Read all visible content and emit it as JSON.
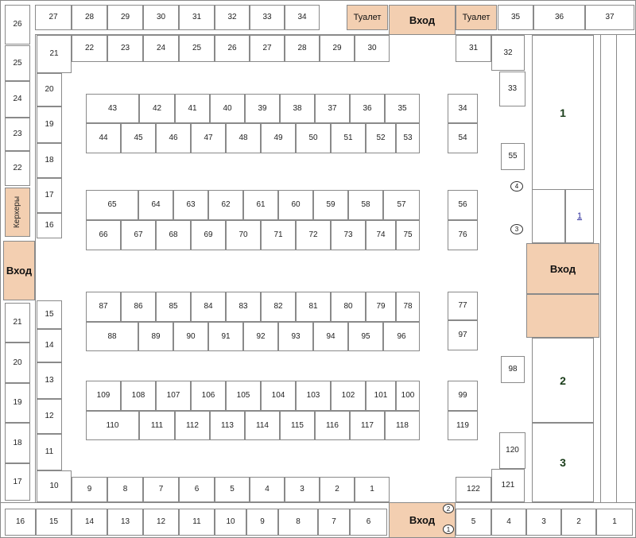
{
  "labels": {
    "entrance": "Вход",
    "toilet": "Туалет",
    "kiosk": "Керхеры"
  },
  "corridor_markers": [
    "4",
    "3",
    "2",
    "1"
  ],
  "outer_top": [
    "27",
    "28",
    "29",
    "30",
    "31",
    "32",
    "33",
    "34",
    "35",
    "36",
    "37"
  ],
  "outer_left": [
    "26",
    "25",
    "24",
    "23",
    "22",
    "21",
    "20",
    "19",
    "18",
    "17"
  ],
  "outer_bottom": [
    "16",
    "15",
    "14",
    "13",
    "12",
    "11",
    "10",
    "9",
    "8",
    "7",
    "6",
    "5",
    "4",
    "3",
    "2",
    "1"
  ],
  "inner_top": [
    "21",
    "22",
    "23",
    "24",
    "25",
    "26",
    "27",
    "28",
    "29",
    "30",
    "31",
    "32",
    "33"
  ],
  "inner_left": [
    "20",
    "19",
    "18",
    "17",
    "16",
    "15",
    "14",
    "13",
    "12",
    "11",
    "10"
  ],
  "inner_bottom": [
    "9",
    "8",
    "7",
    "6",
    "5",
    "4",
    "3",
    "2",
    "1",
    "122",
    "121",
    "120"
  ],
  "inner_right": [
    "55",
    "98"
  ],
  "hall_right": [
    "1",
    "1",
    "2",
    "3"
  ],
  "block1_top": [
    "43",
    "42",
    "41",
    "40",
    "39",
    "38",
    "37",
    "36",
    "35",
    "34"
  ],
  "block1_bottom": [
    "44",
    "45",
    "46",
    "47",
    "48",
    "49",
    "50",
    "51",
    "52",
    "53",
    "54"
  ],
  "block2_top": [
    "65",
    "64",
    "63",
    "62",
    "61",
    "60",
    "59",
    "58",
    "57",
    "56"
  ],
  "block2_bottom": [
    "66",
    "67",
    "68",
    "69",
    "70",
    "71",
    "72",
    "73",
    "74",
    "75",
    "76"
  ],
  "block3_top": [
    "87",
    "86",
    "85",
    "84",
    "83",
    "82",
    "81",
    "80",
    "79",
    "78",
    "77"
  ],
  "block3_bottom": [
    "88",
    "89",
    "90",
    "91",
    "92",
    "93",
    "94",
    "95",
    "96",
    "97"
  ],
  "block4_top": [
    "109",
    "108",
    "107",
    "106",
    "105",
    "104",
    "103",
    "102",
    "101",
    "100",
    "99"
  ],
  "block4_bottom": [
    "110",
    "111",
    "112",
    "113",
    "114",
    "115",
    "116",
    "117",
    "118",
    "119"
  ]
}
